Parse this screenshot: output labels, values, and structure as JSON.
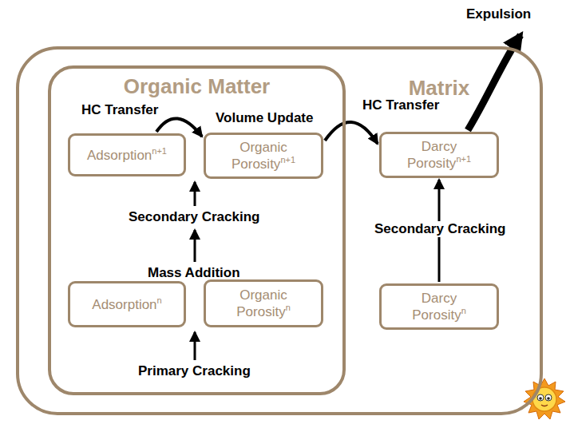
{
  "diagram": {
    "nodes": [
      {
        "text": [
          "Matrix"
        ]
      },
      {
        "text": [
          "Organic Matter"
        ],
        "in": 0
      },
      {
        "text": [
          "Adsorption",
          "n+1"
        ],
        "in": 1
      },
      {
        "text": [
          "Organic Porosity",
          "n+1"
        ],
        "in": 1
      },
      {
        "text": [
          "Adsorption",
          "n"
        ],
        "in": 1
      },
      {
        "text": [
          "Organic Porosity",
          "n"
        ],
        "in": 1
      },
      {
        "text": [
          "Darcy Porosity",
          "n+1"
        ],
        "in": 0
      },
      {
        "text": [
          "Darcy Porosity",
          "n"
        ],
        "in": 0
      }
    ],
    "edges": [
      {
        "from": 2,
        "to": 3,
        "arrow": "to",
        "label": "HC Transfer"
      },
      {
        "from": 3,
        "to": 6,
        "arrow": "to",
        "label": "HC Transfer"
      },
      {
        "from": 7,
        "to": 6,
        "arrow": "to",
        "label": "Secondary Cracking"
      }
    ],
    "labels": [
      "Volume Update",
      "Secondary Cracking",
      "Mass Addition",
      "Primary Cracking",
      "Expulsion"
    ]
  }
}
